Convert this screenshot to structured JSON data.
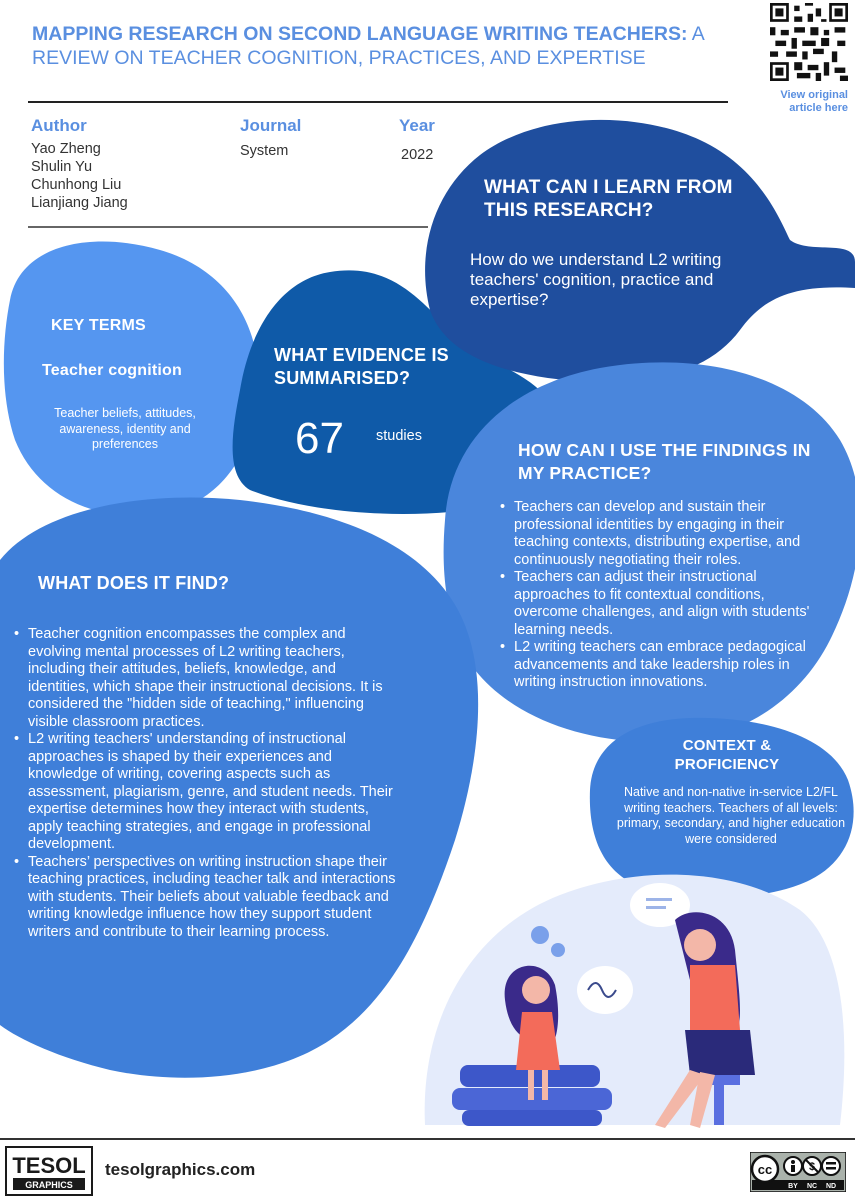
{
  "header": {
    "title_bold": "MAPPING RESEARCH ON SECOND LANGUAGE WRITING TEACHERS:",
    "title_rest_1": " A",
    "title_rest_2": "REVIEW ON TEACHER COGNITION, PRACTICES, AND EXPERTISE",
    "view_original": "View original article here"
  },
  "meta": {
    "author_label": "Author",
    "authors": [
      "Yao Zheng",
      "Shulin Yu",
      "Chunhong Liu",
      "Lianjiang Jiang"
    ],
    "journal_label": "Journal",
    "journal": "System",
    "year_label": "Year",
    "year": "2022"
  },
  "learn": {
    "heading_1": "WHAT CAN I LEARN FROM",
    "heading_2": "THIS RESEARCH?",
    "text_1": "How do we understand L2 writing",
    "text_2": "teachers' cognition, practice and",
    "text_3": "expertise?"
  },
  "key_terms": {
    "heading": "KEY TERMS",
    "term": "Teacher cognition",
    "def_1": "Teacher beliefs, attitudes,",
    "def_2": "awareness, identity and",
    "def_3": "preferences"
  },
  "evidence": {
    "heading_1": "WHAT EVIDENCE IS",
    "heading_2": "SUMMARISED?",
    "number": "67",
    "unit": "studies"
  },
  "use": {
    "heading_1": "HOW CAN I USE THE FINDINGS IN",
    "heading_2": "MY PRACTICE?",
    "bullets": [
      "Teachers can develop and sustain their professional identities by engaging in their teaching contexts, distributing expertise, and continuously negotiating their roles.",
      "Teachers can adjust their instructional approaches to fit contextual conditions, overcome challenges, and align with students' learning needs.",
      "L2 writing teachers can embrace pedagogical advancements and take leadership roles in writing instruction innovations."
    ]
  },
  "finds": {
    "heading": "WHAT DOES IT FIND?",
    "bullets": [
      "Teacher cognition encompasses the complex and evolving mental processes of L2 writing teachers, including their attitudes, beliefs, knowledge, and identities, which shape their instructional decisions. It is considered the \"hidden side of teaching,\" influencing visible classroom practices.",
      "L2 writing teachers' understanding of instructional approaches is shaped by their experiences and knowledge of writing, covering aspects such as assessment, plagiarism, genre, and student needs. Their expertise determines how they interact with students, apply teaching strategies, and engage in professional development.",
      "Teachers’ perspectives on writing instruction shape their teaching practices, including teacher talk and interactions with students. Their beliefs about valuable feedback and writing knowledge influence how they support student writers and contribute to their learning process."
    ]
  },
  "context": {
    "heading_1": "CONTEXT &",
    "heading_2": "PROFICIENCY",
    "text": "Native and non-native in-service L2/FL writing teachers. Teachers of all levels: primary, secondary, and higher education were considered"
  },
  "footer": {
    "logo_top": "TESOL",
    "logo_bottom": "GRAPHICS",
    "site": "tesolgraphics.com",
    "cc_labels": [
      "BY",
      "NC",
      "ND"
    ]
  },
  "colors": {
    "title_blue": "#5a8fe0",
    "navy": "#1f4e9e",
    "mid_blue": "#3f7fd9",
    "light_blue": "#5596f0",
    "dark_blue": "#0f5aa8"
  }
}
